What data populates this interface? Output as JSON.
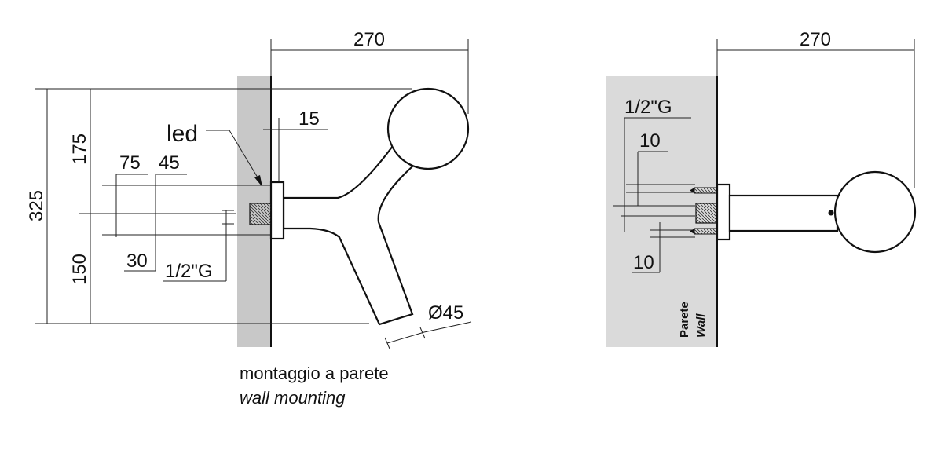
{
  "left_view": {
    "dim_width": "270",
    "dim_total_height": "325",
    "dim_upper": "175",
    "dim_lower": "150",
    "dim_offset": "15",
    "dim_75": "75",
    "dim_45": "45",
    "dim_30": "30",
    "thread": "1/2\"G",
    "diameter": "Ø45",
    "led_label": "led",
    "caption_it": "montaggio a parete",
    "caption_en": "wall mounting"
  },
  "right_view": {
    "dim_width": "270",
    "thread": "1/2\"G",
    "dim_top_10": "10",
    "dim_bottom_10": "10",
    "wall_label_it": "Parete",
    "wall_label_en": "Wall"
  },
  "colors": {
    "wall_fill_left": "#c8c8c8",
    "wall_fill_right": "#dadada",
    "line": "#111111"
  }
}
